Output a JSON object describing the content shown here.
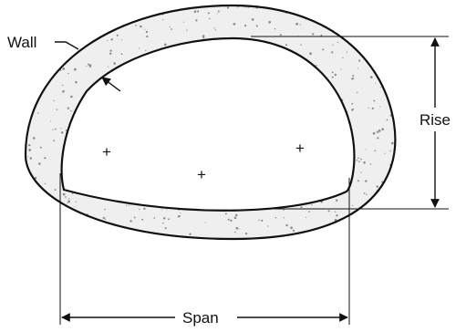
{
  "labels": {
    "wall": "Wall",
    "rise": "Rise",
    "span": "Span"
  },
  "colors": {
    "wall_fill": "#efefef",
    "stroke": "#111111",
    "speckle": "#8a8a8a",
    "background": "#ffffff"
  },
  "center_marks": [
    "+",
    "+",
    "+"
  ]
}
